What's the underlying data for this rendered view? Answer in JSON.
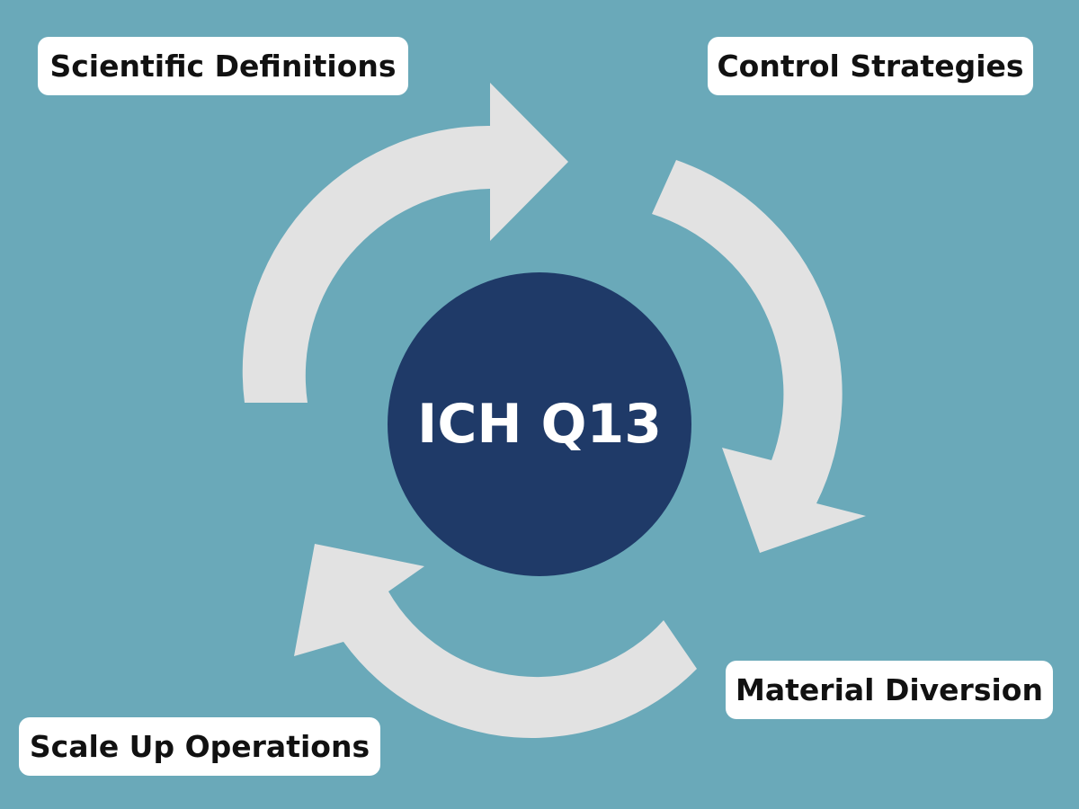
{
  "colors": {
    "background": "#6AA9B9",
    "arrow": "#E2E2E2",
    "center_circle": "#1F3A68",
    "label_box": "#FFFFFF",
    "label_text": "#111111",
    "center_text": "#FFFFFF"
  },
  "diagram": {
    "center_label": "ICH Q13",
    "stages": [
      {
        "label": "Scientific Definitions"
      },
      {
        "label": "Control Strategies"
      },
      {
        "label": "Material Diversion"
      },
      {
        "label": "Scale Up Operations"
      }
    ],
    "arrows": [
      {
        "icon": "curved-arrow-icon"
      },
      {
        "icon": "curved-arrow-icon"
      },
      {
        "icon": "curved-arrow-icon"
      }
    ]
  }
}
